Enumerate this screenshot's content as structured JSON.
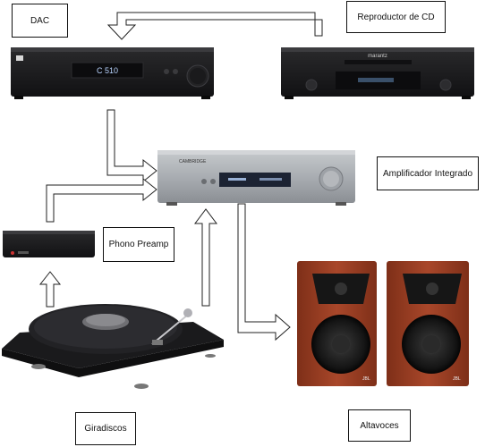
{
  "labels": {
    "dac": "DAC",
    "cd_player": "Reproductor de CD",
    "amplifier": "Amplificador Integrado",
    "phono_preamp": "Phono Preamp",
    "turntable": "Giradiscos",
    "speakers": "Altavoces"
  },
  "devices": {
    "dac_display": "C 510",
    "cd_brand": "marantz",
    "amp_brand": "CAMBRIDGE",
    "speaker_brand": "JBL"
  },
  "colors": {
    "arrow_fill": "#ffffff",
    "arrow_stroke": "#222222",
    "device_black": "#1b1b1d",
    "amp_silver": "#a9adb2",
    "speaker_wood": "#9a3d22",
    "display_blue": "#b9d4ff"
  }
}
